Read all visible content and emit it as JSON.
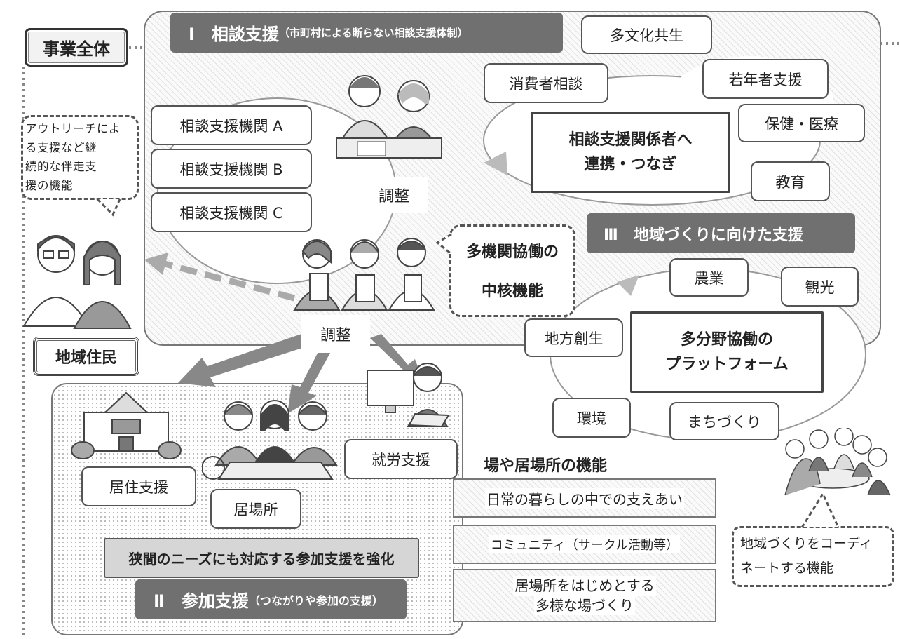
{
  "overall": {
    "label": "事業全体"
  },
  "residents": {
    "label": "地域住民",
    "bubble": [
      "アウトリーチによ",
      "る支援など継",
      "続的な伴走支",
      "援の機能"
    ]
  },
  "consult": {
    "title_main": "Ⅰ　相談支援",
    "title_sub": "（市町村による断らない相談支援体制）",
    "agencies": [
      "相談支援機関 A",
      "相談支援機関 B",
      "相談支援機関 C"
    ],
    "adjust_inner": "調整",
    "adjust_outer": "調整",
    "link_box": [
      "相談支援関係者へ",
      "連携・つなぎ"
    ],
    "fields": {
      "multicultural": "多文化共生",
      "consumer": "消費者相談",
      "youth": "若年者支援",
      "health": "保健・医療",
      "education": "教育"
    }
  },
  "core": {
    "lines": [
      "多機関協働の",
      "中核機能"
    ]
  },
  "region": {
    "title": "Ⅲ　地域づくりに向けた支援",
    "platform": [
      "多分野協働の",
      "プラットフォーム"
    ],
    "fields": {
      "agriculture": "農業",
      "tourism": "観光",
      "regional": "地方創生",
      "environment": "環境",
      "town": "まちづくり"
    },
    "bubble": [
      "地域づくりをコーディ",
      "ネートする機能"
    ]
  },
  "participation": {
    "title_main": "Ⅱ　参加支援",
    "title_sub": "（つながりや参加の支援）",
    "housing": "居住支援",
    "ibasho": "居場所",
    "employment": "就労支援",
    "strengthen": "狭間のニーズにも対応する参加支援を強化"
  },
  "place_functions": {
    "heading": "場や居場所の機能",
    "items": [
      "日常の暮らしの中での支えあい",
      "コミュニティ（サークル活動等）",
      [
        "居場所をはじめとする",
        "多様な場づくり"
      ]
    ]
  }
}
